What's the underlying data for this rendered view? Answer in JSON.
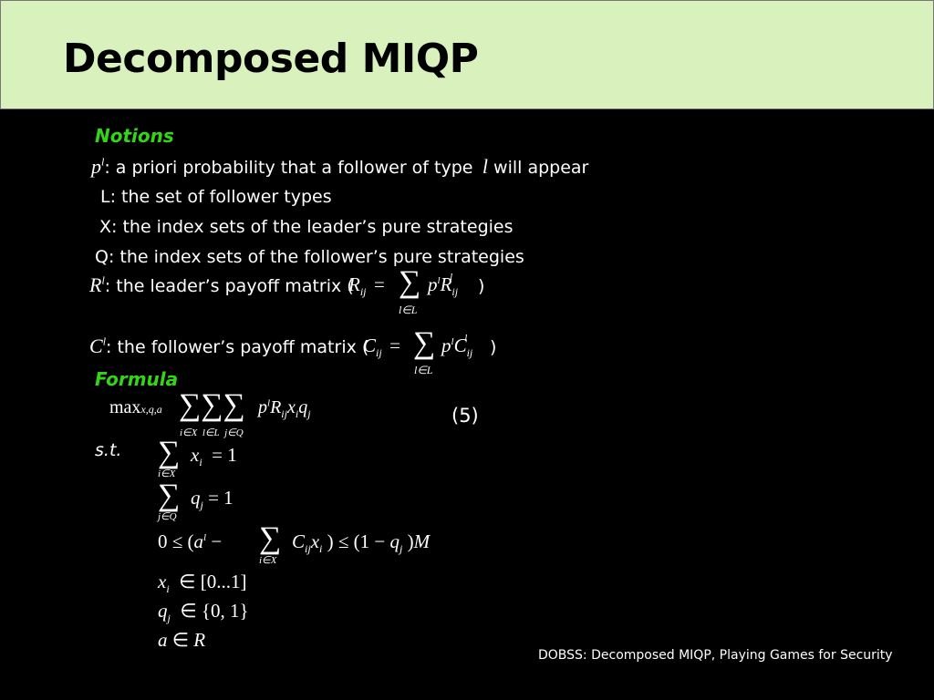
{
  "slide": {
    "title": "Decomposed MIQP",
    "footer": "DOBSS: Decomposed MIQP, Playing Games for Security"
  },
  "notions": {
    "heading": "Notions",
    "p_desc_1": ": a priori probability that a follower of type",
    "p_desc_2": "will appear",
    "L_desc": "L: the set of follower types",
    "X_desc": "X: the index sets of the leader’s pure strategies",
    "Q_desc": "Q: the index sets of the follower’s pure strategies",
    "R_desc": ": the leader’s payoff matrix (",
    "C_desc": ": the follower’s payoff matrix ("
  },
  "formula": {
    "heading": "Formula",
    "max_label": "max",
    "max_sub": "x,q,a",
    "eq_number": "(5)",
    "st_label": "s.t."
  }
}
